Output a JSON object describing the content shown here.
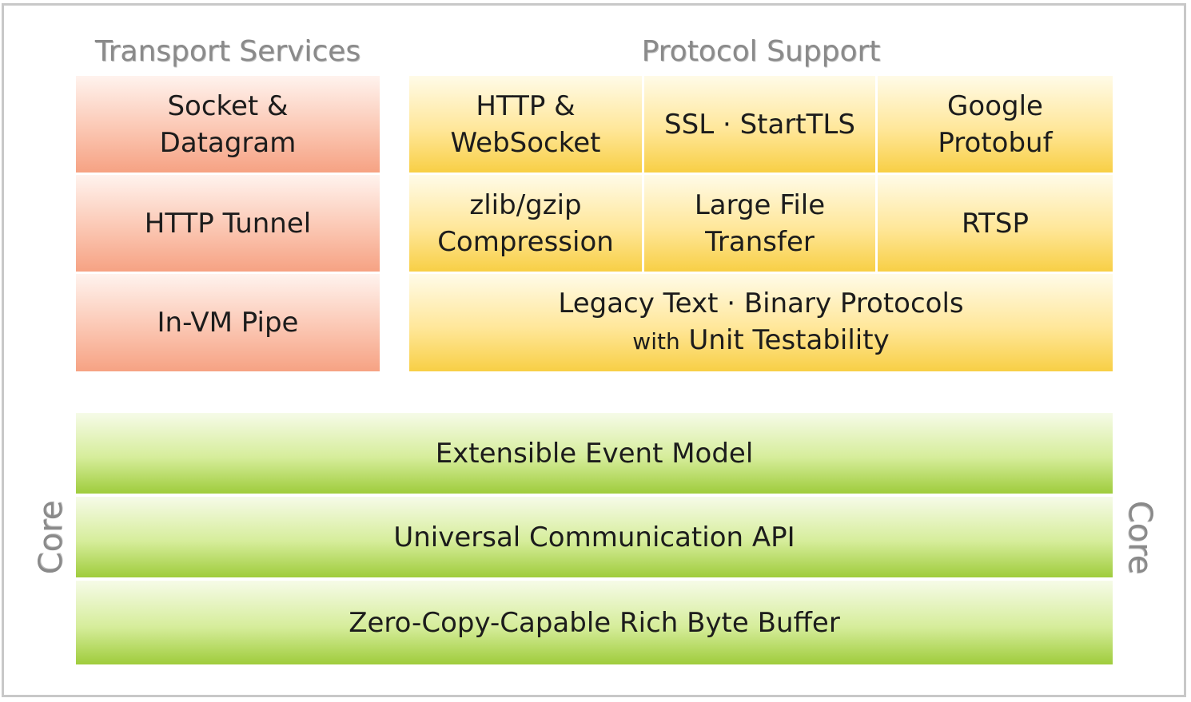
{
  "transport": {
    "title": "Transport Services",
    "items": [
      "Socket &",
      "Datagram",
      "HTTP Tunnel",
      "In-VM Pipe"
    ]
  },
  "protocol": {
    "title": "Protocol Support",
    "http_line1": "HTTP &",
    "http_line2": "WebSocket",
    "ssl": "SSL · StartTLS",
    "google_line1": "Google",
    "google_line2": "Protobuf",
    "zlib_line1": "zlib/gzip",
    "zlib_line2": "Compression",
    "large_line1": "Large File",
    "large_line2": "Transfer",
    "rtsp": "RTSP",
    "legacy_line1": "Legacy Text · Binary Protocols",
    "legacy_with": "with",
    "legacy_rest": "Unit Testability"
  },
  "core": {
    "label_left": "Core",
    "label_right": "Core",
    "layers": [
      "Extensible Event Model",
      "Universal Communication API",
      "Zero-Copy-Capable Rich Byte Buffer"
    ]
  },
  "colors": {
    "transport": "#f6a283",
    "protocol": "#f8cf45",
    "core": "#9fcc3c",
    "heading": "#8a8a8a"
  }
}
